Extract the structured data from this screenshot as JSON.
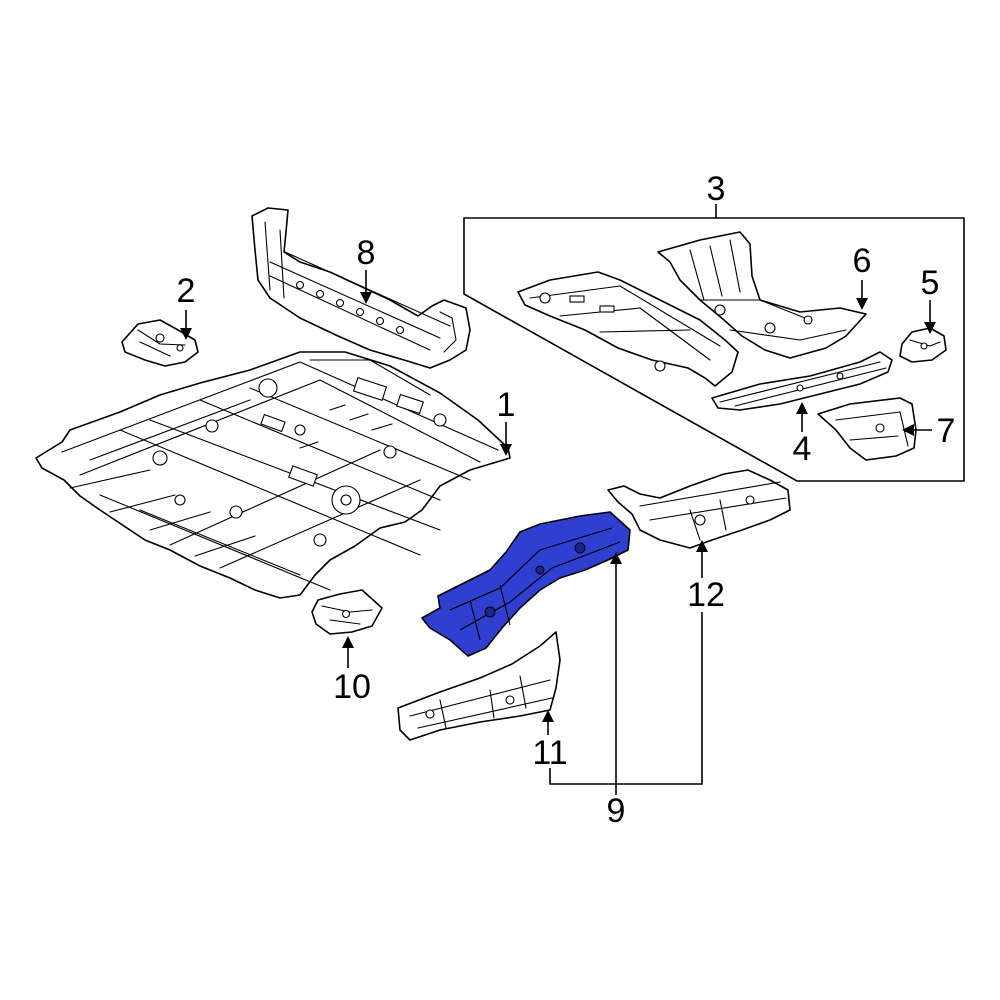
{
  "highlight_color": "#2f3fd0",
  "callouts": {
    "c1": "1",
    "c2": "2",
    "c3": "3",
    "c4": "4",
    "c5": "5",
    "c6": "6",
    "c7": "7",
    "c8": "8",
    "c9": "9",
    "c10": "10",
    "c11": "11",
    "c12": "12"
  }
}
